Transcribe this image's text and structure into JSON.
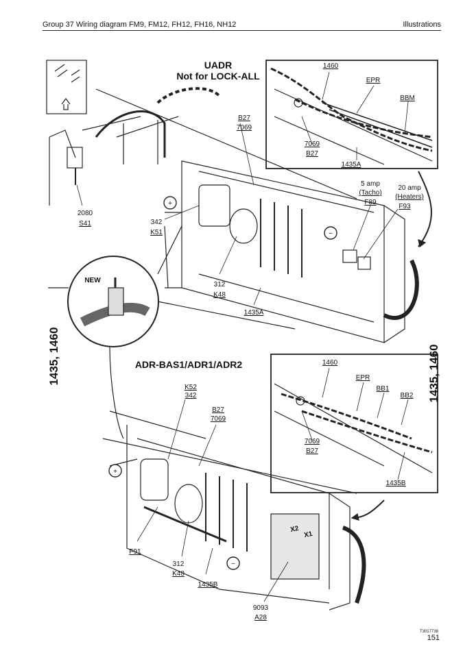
{
  "header": {
    "left": "Group 37 Wiring diagram FM9, FM12, FH12, FH16, NH12",
    "right": "Illustrations"
  },
  "titles": {
    "uadr_line1": "UADR",
    "uadr_line2": "Not for LOCK-ALL",
    "adr": "ADR-BAS1/ADR1/ADR2",
    "new": "NEW",
    "side_left": "1435, 1460",
    "side_right": "1435, 1460"
  },
  "top_view": {
    "labels": {
      "s41_num": "2080",
      "s41": "S41",
      "k51_num": "342",
      "k51": "K51",
      "k48_num": "312",
      "k48": "K48",
      "b27": "B27",
      "b27_num": "7069",
      "f89_amp": "5 amp",
      "f89_desc": "(Tacho)",
      "f89": "F89",
      "f93_amp": "20 amp",
      "f93_desc": "(Heaters)",
      "f93": "F93",
      "cable": "1435A"
    },
    "inset": {
      "c1460": "1460",
      "epr": "EPR",
      "bbm": "BBM",
      "b27_num": "7069",
      "b27": "B27",
      "c1435a": "1435A"
    }
  },
  "bottom_view": {
    "labels": {
      "k52": "K52",
      "k52_num": "342",
      "b27": "B27",
      "b27_num": "7069",
      "f91": "F91",
      "k48_num": "312",
      "k48": "K48",
      "cable": "1435B",
      "a28_num": "9093",
      "a28": "A28",
      "x2": "X2",
      "x1": "X1"
    },
    "inset": {
      "c1460": "1460",
      "epr": "EPR",
      "bb1": "BB1",
      "bb2": "BB2",
      "b27_num": "7069",
      "b27": "B27",
      "c1435b": "1435B"
    }
  },
  "symbols": {
    "plus": "+",
    "minus": "−"
  },
  "footer": {
    "doc_no": "T3017738",
    "page": "151"
  }
}
